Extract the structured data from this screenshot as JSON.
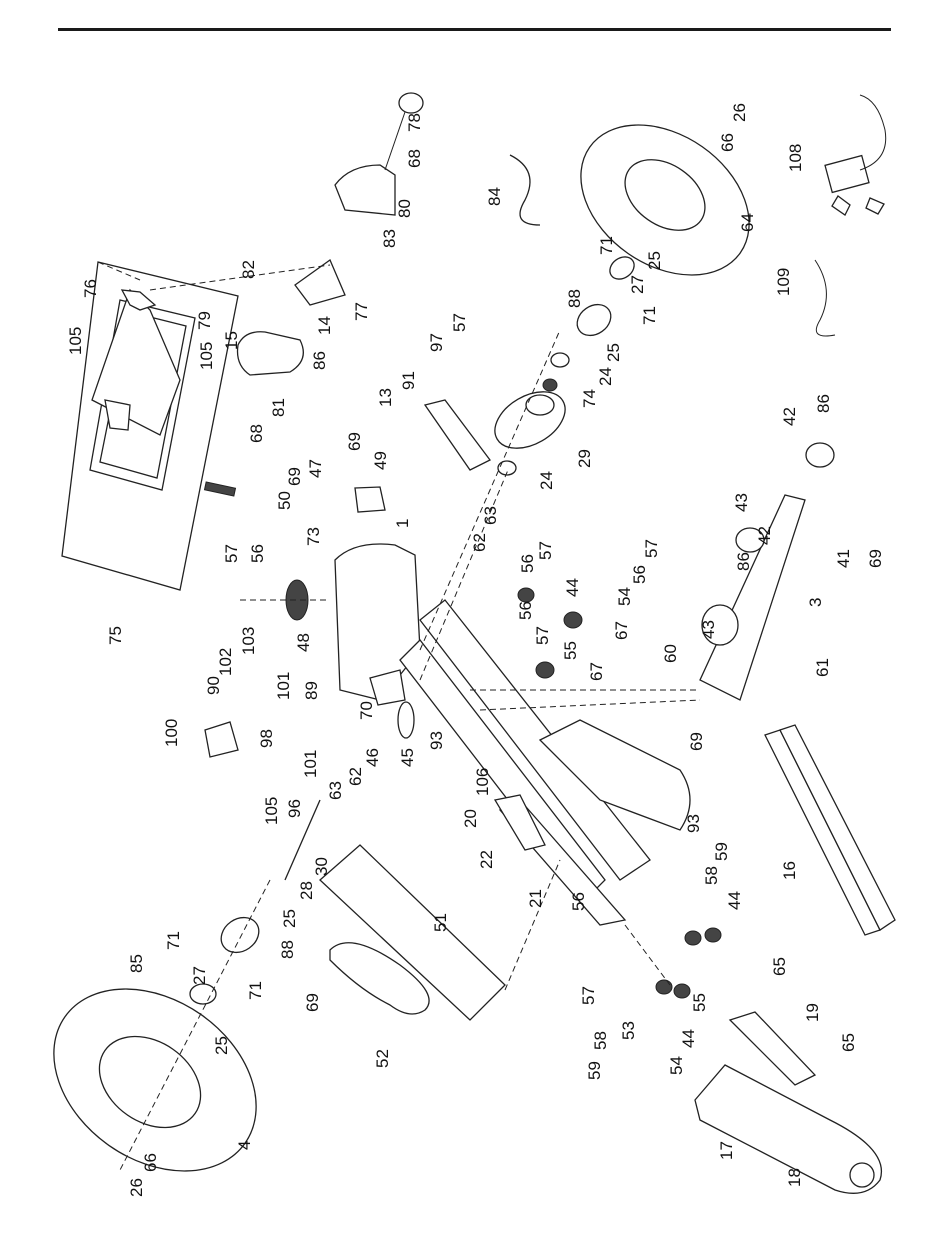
{
  "document": {
    "type": "exploded parts diagram",
    "orientation": "rotated 90 degrees counter-clockwise"
  },
  "parts": [
    {
      "id": "78",
      "label": "78"
    },
    {
      "id": "68a",
      "label": "68"
    },
    {
      "id": "80",
      "label": "80"
    },
    {
      "id": "83",
      "label": "83"
    },
    {
      "id": "84",
      "label": "84"
    },
    {
      "id": "26a",
      "label": "26"
    },
    {
      "id": "66a",
      "label": "66"
    },
    {
      "id": "64",
      "label": "64"
    },
    {
      "id": "108",
      "label": "108"
    },
    {
      "id": "109",
      "label": "109"
    },
    {
      "id": "82",
      "label": "82"
    },
    {
      "id": "76",
      "label": "76"
    },
    {
      "id": "79",
      "label": "79"
    },
    {
      "id": "14",
      "label": "14"
    },
    {
      "id": "77",
      "label": "77"
    },
    {
      "id": "15",
      "label": "15"
    },
    {
      "id": "105a",
      "label": "105"
    },
    {
      "id": "105b",
      "label": "105"
    },
    {
      "id": "86a",
      "label": "86"
    },
    {
      "id": "81",
      "label": "81"
    },
    {
      "id": "68b",
      "label": "68"
    },
    {
      "id": "71a",
      "label": "71"
    },
    {
      "id": "71b",
      "label": "71"
    },
    {
      "id": "88a",
      "label": "88"
    },
    {
      "id": "27a",
      "label": "27"
    },
    {
      "id": "25a",
      "label": "25"
    },
    {
      "id": "25b",
      "label": "25"
    },
    {
      "id": "24a",
      "label": "24"
    },
    {
      "id": "74",
      "label": "74"
    },
    {
      "id": "29",
      "label": "29"
    },
    {
      "id": "24b",
      "label": "24"
    },
    {
      "id": "57a",
      "label": "57"
    },
    {
      "id": "97",
      "label": "97"
    },
    {
      "id": "91",
      "label": "91"
    },
    {
      "id": "13",
      "label": "13"
    },
    {
      "id": "69a",
      "label": "69"
    },
    {
      "id": "49",
      "label": "49"
    },
    {
      "id": "47",
      "label": "47"
    },
    {
      "id": "69b",
      "label": "69"
    },
    {
      "id": "50",
      "label": "50"
    },
    {
      "id": "73",
      "label": "73"
    },
    {
      "id": "1",
      "label": "1"
    },
    {
      "id": "75",
      "label": "75"
    },
    {
      "id": "57b",
      "label": "57"
    },
    {
      "id": "56a",
      "label": "56"
    },
    {
      "id": "48",
      "label": "48"
    },
    {
      "id": "103",
      "label": "103"
    },
    {
      "id": "102",
      "label": "102"
    },
    {
      "id": "90",
      "label": "90"
    },
    {
      "id": "101a",
      "label": "101"
    },
    {
      "id": "89",
      "label": "89"
    },
    {
      "id": "100",
      "label": "100"
    },
    {
      "id": "98",
      "label": "98"
    },
    {
      "id": "101b",
      "label": "101"
    },
    {
      "id": "96",
      "label": "96"
    },
    {
      "id": "105c",
      "label": "105"
    },
    {
      "id": "70",
      "label": "70"
    },
    {
      "id": "46",
      "label": "46"
    },
    {
      "id": "45",
      "label": "45"
    },
    {
      "id": "62a",
      "label": "62"
    },
    {
      "id": "63a",
      "label": "63"
    },
    {
      "id": "63b",
      "label": "63"
    },
    {
      "id": "62b",
      "label": "62"
    },
    {
      "id": "57c",
      "label": "57"
    },
    {
      "id": "56b",
      "label": "56"
    },
    {
      "id": "44a",
      "label": "44"
    },
    {
      "id": "56c",
      "label": "56"
    },
    {
      "id": "57d",
      "label": "57"
    },
    {
      "id": "57e",
      "label": "57"
    },
    {
      "id": "56d",
      "label": "56"
    },
    {
      "id": "54a",
      "label": "54"
    },
    {
      "id": "67a",
      "label": "67"
    },
    {
      "id": "55a",
      "label": "55"
    },
    {
      "id": "67b",
      "label": "67"
    },
    {
      "id": "60",
      "label": "60"
    },
    {
      "id": "93a",
      "label": "93"
    },
    {
      "id": "43a",
      "label": "43"
    },
    {
      "id": "42a",
      "label": "42"
    },
    {
      "id": "86b",
      "label": "86"
    },
    {
      "id": "43b",
      "label": "43"
    },
    {
      "id": "42b",
      "label": "42"
    },
    {
      "id": "86c",
      "label": "86"
    },
    {
      "id": "41",
      "label": "41"
    },
    {
      "id": "69c",
      "label": "69"
    },
    {
      "id": "3",
      "label": "3"
    },
    {
      "id": "61",
      "label": "61"
    },
    {
      "id": "69d",
      "label": "69"
    },
    {
      "id": "106",
      "label": "106"
    },
    {
      "id": "20",
      "label": "20"
    },
    {
      "id": "22",
      "label": "22"
    },
    {
      "id": "21",
      "label": "21"
    },
    {
      "id": "93b",
      "label": "93"
    },
    {
      "id": "59a",
      "label": "59"
    },
    {
      "id": "58a",
      "label": "58"
    },
    {
      "id": "16",
      "label": "16"
    },
    {
      "id": "30",
      "label": "30"
    },
    {
      "id": "28",
      "label": "28"
    },
    {
      "id": "25c",
      "label": "25"
    },
    {
      "id": "88b",
      "label": "88"
    },
    {
      "id": "71c",
      "label": "71"
    },
    {
      "id": "71d",
      "label": "71"
    },
    {
      "id": "85",
      "label": "85"
    },
    {
      "id": "27b",
      "label": "27"
    },
    {
      "id": "25d",
      "label": "25"
    },
    {
      "id": "4",
      "label": "4"
    },
    {
      "id": "66b",
      "label": "66"
    },
    {
      "id": "26b",
      "label": "26"
    },
    {
      "id": "51",
      "label": "51"
    },
    {
      "id": "69e",
      "label": "69"
    },
    {
      "id": "52",
      "label": "52"
    },
    {
      "id": "56e",
      "label": "56"
    },
    {
      "id": "57f",
      "label": "57"
    },
    {
      "id": "53",
      "label": "53"
    },
    {
      "id": "58b",
      "label": "58"
    },
    {
      "id": "59b",
      "label": "59"
    },
    {
      "id": "55b",
      "label": "55"
    },
    {
      "id": "44b",
      "label": "44"
    },
    {
      "id": "44c",
      "label": "44"
    },
    {
      "id": "54b",
      "label": "54"
    },
    {
      "id": "65a",
      "label": "65"
    },
    {
      "id": "19",
      "label": "19"
    },
    {
      "id": "65b",
      "label": "65"
    },
    {
      "id": "17",
      "label": "17"
    },
    {
      "id": "18",
      "label": "18"
    }
  ]
}
